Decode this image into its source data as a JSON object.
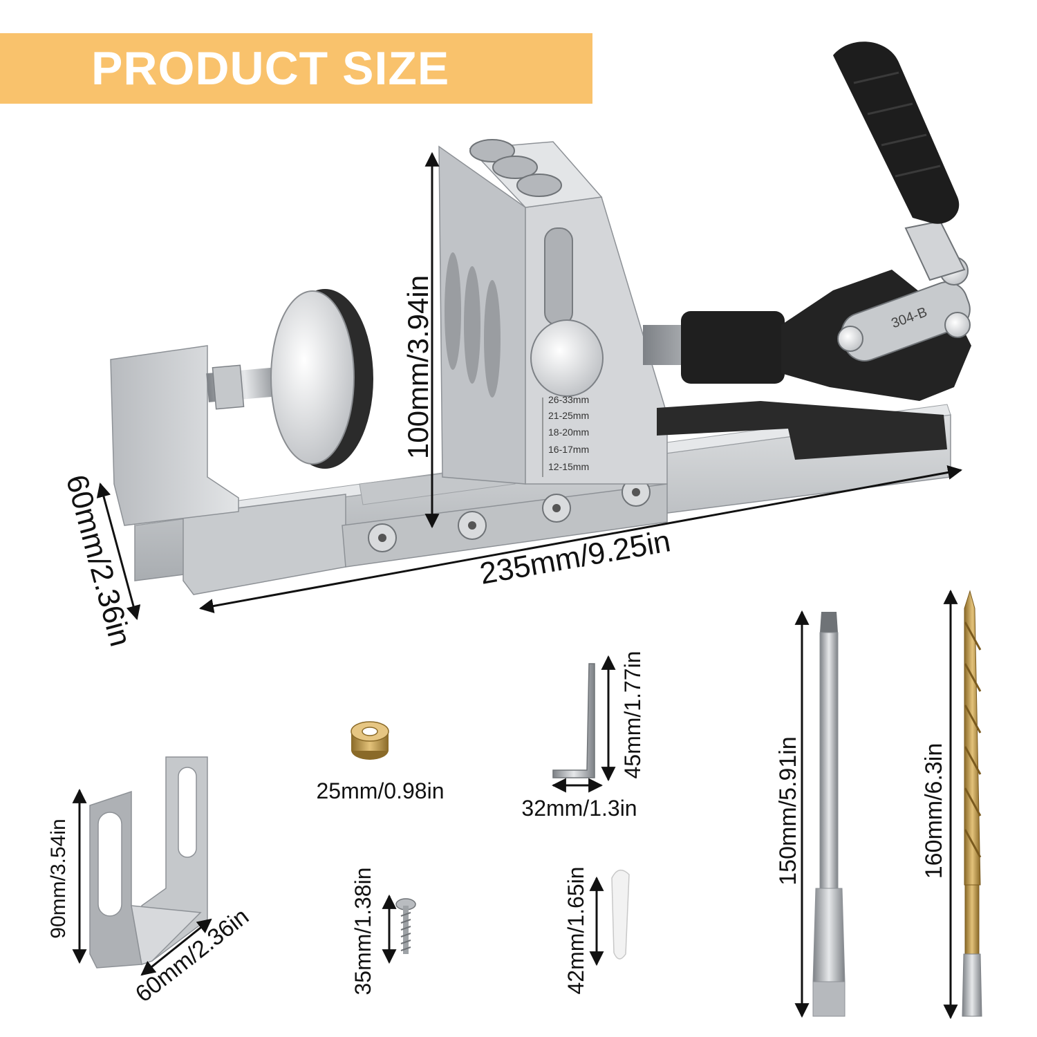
{
  "header": {
    "title": "PRODUCT SIZE",
    "banner_color": "#f9c26c",
    "title_color": "#ffffff"
  },
  "jig": {
    "height_label": "100mm/3.94in",
    "length_label": "235mm/9.25in",
    "width_label": "60mm/2.36in",
    "clamp_marking": "304-B",
    "scale_labels": [
      "26-33mm",
      "21-25mm",
      "18-20mm",
      "16-17mm",
      "12-15mm"
    ]
  },
  "accessories": {
    "bracket": {
      "height_label": "90mm/3.54in",
      "width_label": "60mm/2.36in"
    },
    "collar": {
      "label": "25mm/0.98in"
    },
    "hex_key": {
      "height_label": "45mm/1.77in",
      "width_label": "32mm/1.3in"
    },
    "screw": {
      "label": "35mm/1.38in"
    },
    "plug": {
      "label": "42mm/1.65in"
    },
    "driver_bit": {
      "label": "150mm/5.91in"
    },
    "drill_bit": {
      "label": "160mm/6.3in",
      "color": "#c9a04a"
    }
  }
}
